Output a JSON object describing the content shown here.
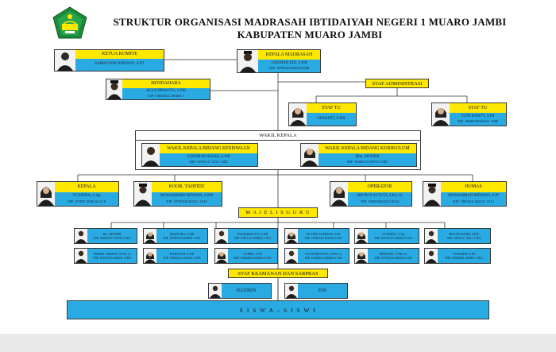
{
  "header": {
    "title_line1": "STRUKTUR ORGANISASI MADRASAH IBTIDAIYAH NEGERI 1 MUARO JAMBI",
    "title_line2": "KABUPATEN MUARO JAMBI"
  },
  "komite": {
    "role": "KETUA KOMITE",
    "name": "SARWO EDI WIBOWO, S.PT"
  },
  "kepala_madrasah": {
    "role": "KEPALA MADRASAH",
    "name": "LUKMAN EDI, S.PdI",
    "nip": "NIP. 197904142005011008"
  },
  "bendahara": {
    "role": "BENDAHARA",
    "name": "AGUS PRIANTO, S.PdI",
    "nip": "NIP. 19820812 200604 1"
  },
  "staf_administrasi": {
    "label": "STAF ADMINISTRASI"
  },
  "staf_tu_1": {
    "role": "STAF TU",
    "name": "SUSANTI, S.PdI"
  },
  "staf_tu_2": {
    "role": "STAF TU",
    "name": "YENI RAHTY, S.Pd",
    "nip": "NIP. 19840918202321 2008"
  },
  "wakil_kepala": {
    "label": "WAKIL KEPALA"
  },
  "wakil_kesiswaan": {
    "role": "WAKIL KEPALA BIDANG KESISWAAN",
    "name": "SUHARAN BASRI, S.PdI",
    "nip": "NIP. 19991117 2021 1004"
  },
  "wakil_kurikulum": {
    "role": "WAKIL KEPALA BIDANG KURIKULUM",
    "name": "Dlm. MUHIDI",
    "nip": "NIP. 19680315199703 1003"
  },
  "kepala_perpus": {
    "role": "KEPALA",
    "name": "YUSNIDA, S.Ag",
    "nip": "NIP. 197007 2006 04 2 10"
  },
  "koor_tahfidz": {
    "role": "KOOR. TAHFIDZ",
    "name": "MUHAMMAD RIDWAN, S.PdI",
    "nip": "NIP. 19790320202521 1010"
  },
  "operator": {
    "role": "OPERATOR",
    "name": "SRI PUJI ASTUTI, S.Pd, Gr",
    "nip": "NIP. 19900902025212034"
  },
  "humas": {
    "role": "HUMAS",
    "name": "MUHAMMAD RIDWAN, S.PI",
    "nip": "NIP. 19961011202521 1012"
  },
  "majelis_guru": {
    "label": "M A J E L I S   G U R U"
  },
  "guru_row1": [
    {
      "name": "Dra. MUHIDI",
      "nip": "NIP. 19680315 199703 1 003"
    },
    {
      "name": "MASTURA, S.PdI",
      "nip": "NIP. 19780723 200501 2 007"
    },
    {
      "name": "NUMAWAN E II, S.PdI",
      "nip": "NIP. 19811115 200801 1 001"
    },
    {
      "name": "SUVIRA SAPRIAN, S.Pd",
      "nip": "NIP. 19940319 201903 2 007"
    },
    {
      "name": "YUSNIDA, S.Ag",
      "nip": "NIP. 19700723 200604 2 010"
    },
    {
      "name": "HUSAN BASRI, S.PdI",
      "nip": "NIP. 19991117 2021 1 001"
    }
  ],
  "guru_row2": [
    {
      "name": "AMIRUL ARMAN, S.PdI, Gr",
      "nip": "NIP. 19830723 200501 1 009"
    },
    {
      "name": "FITRIYANI, S.PdI",
      "nip": "NIP. 19830212 201001 2 005"
    },
    {
      "name": "ZAHRA, S.Pd",
      "nip": "NIP. 19860903 200901 2 003"
    },
    {
      "name": "AGUS PRIANTO, S.PdI, Gr",
      "nip": "NIP. 19820812 200604 1 002"
    },
    {
      "name": "HERIYATI, S.PdI, Gr",
      "nip": "NIP. 19790103 200604 2 010"
    },
    {
      "name": "ANWARDI, S.Pd",
      "nip": "NIP. 19850821 200901 1 003"
    }
  ],
  "staf_keamanan": {
    "label": "STAF KEAMANAN DAN SARPRAS"
  },
  "keamanan_1": {
    "name": "HAZIRIN"
  },
  "keamanan_2": {
    "name": "EDI"
  },
  "siswa": {
    "label": "S I S W A – S I S W I"
  },
  "colors": {
    "yellow": "#ffe800",
    "blue": "#2aaae2",
    "logo_green": "#1a8a3a"
  }
}
